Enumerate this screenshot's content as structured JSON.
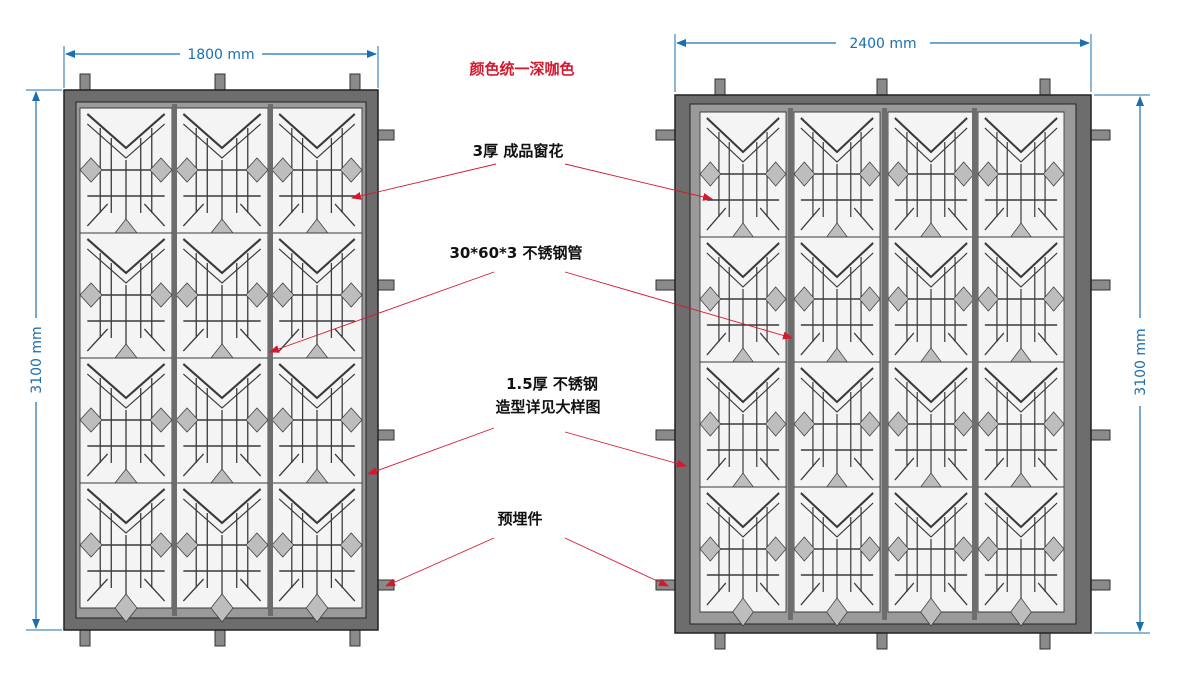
{
  "title_note": "颜色统一深咖色",
  "left_screen": {
    "width_label": "1800 mm",
    "height_label": "3100 mm",
    "panels": 3
  },
  "right_screen": {
    "width_label": "2400 mm",
    "height_label": "3100 mm",
    "panels": 4
  },
  "callouts": {
    "window_flower": "3厚 成品窗花",
    "steel_tube": "30*60*3 不锈钢管",
    "steel_sheet_line1": "1.5厚 不锈钢",
    "steel_sheet_line2": "造型详见大样图",
    "embedded_part": "预埋件"
  },
  "colors": {
    "dimension": "#1a6fb0",
    "arrow": "#d6182f",
    "frame": "#6d6d6d",
    "lattice_fill": "#cfcfcf",
    "lattice_line": "#3a3a3a"
  }
}
